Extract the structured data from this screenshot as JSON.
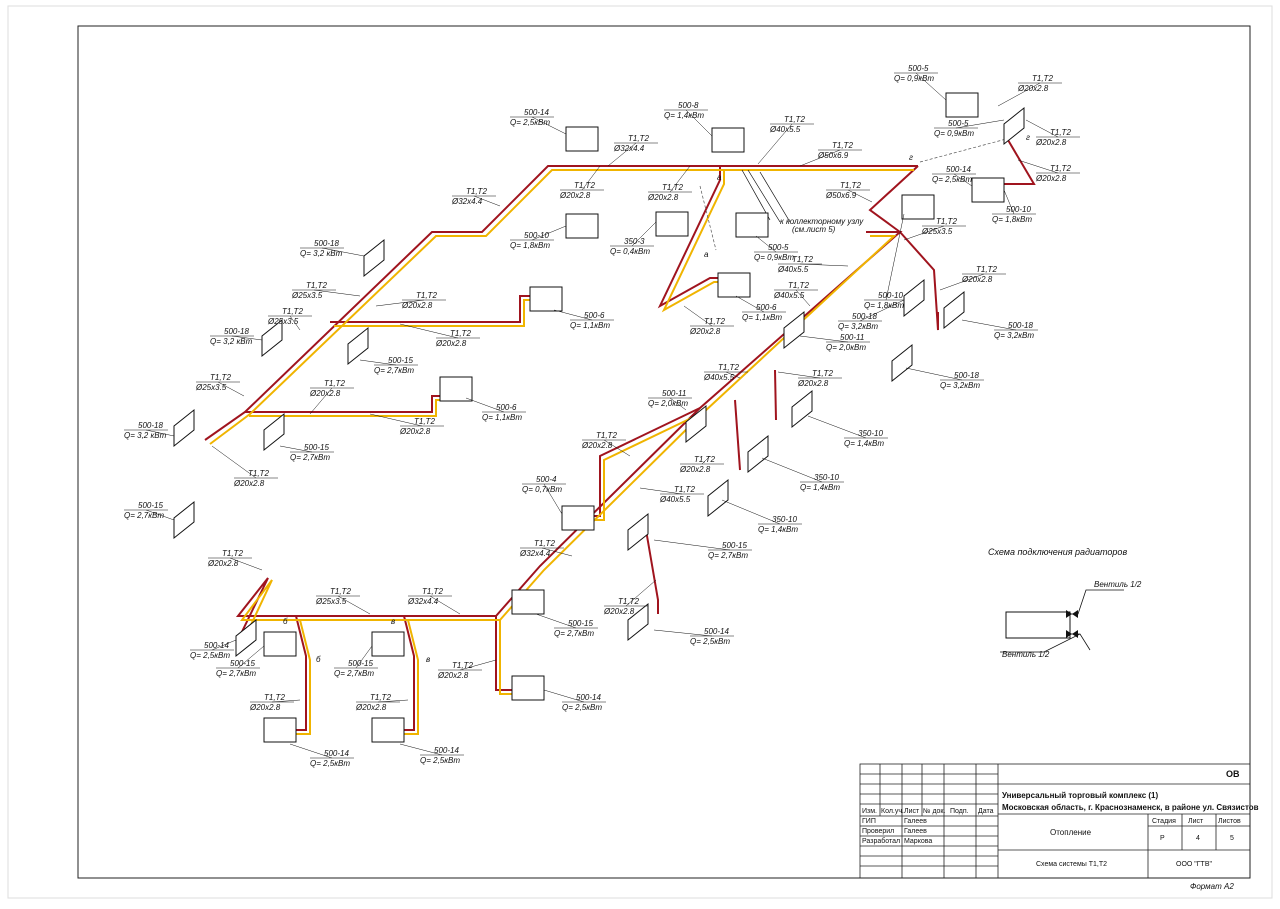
{
  "colors": {
    "supply": "#a0141e",
    "return": "#f0b400",
    "line": "#111111"
  },
  "title_block": {
    "code": "ОВ",
    "project_line1": "Универсальный торговый комплекс (1)",
    "project_line2": "Московская область, г. Краснознаменск, в районе ул. Связистов",
    "hdr_izm": "Изм.",
    "hdr_kol": "Кол.уч.",
    "hdr_list": "Лист",
    "hdr_ndok": "№ док.",
    "hdr_podp": "Подп.",
    "hdr_data": "Дата",
    "role_gip": "ГИП",
    "role_prov": "Проверил",
    "role_razr": "Разработал",
    "name_gip": "Галеев",
    "name_prov": "Галеев",
    "name_razr": "Маркова",
    "section": "Отопление",
    "stage_hdr": "Стадия",
    "sheet_hdr": "Лист",
    "sheets_hdr": "Листов",
    "stage": "Р",
    "sheet": "4",
    "sheets": "5",
    "drawing": "Схема системы Т1,Т2",
    "company": "ООО \"ГТВ\"",
    "format": "Формат   А2"
  },
  "scheme": {
    "title": "Схема подключения радиаторов",
    "valve_top": "Вентиль 1/2",
    "valve_bottom": "Вентиль 1/2"
  },
  "collector_note": {
    "line1": "к коллекторному узлу",
    "line2": "(см.лист 5)"
  },
  "points": {
    "a1": "а",
    "a2": "а",
    "g1": "г",
    "g2": "г",
    "b1": "б",
    "b2": "б",
    "v1": "в",
    "v2": "в"
  },
  "radiators": [
    {
      "model": "500-5",
      "power": "Q= 0,9кВт"
    },
    {
      "model": "500-5",
      "power": "Q= 0,9кВт"
    },
    {
      "model": "500-14",
      "power": "Q= 2,5кВт"
    },
    {
      "model": "500-10",
      "power": "Q= 1,8кВт"
    },
    {
      "model": "500-14",
      "power": "Q= 2,5кВт"
    },
    {
      "model": "500-8",
      "power": "Q= 1,4кВт"
    },
    {
      "model": "500-10",
      "power": "Q= 1,8кВт"
    },
    {
      "model": "350-3",
      "power": "Q= 0,4кВт"
    },
    {
      "model": "500-5",
      "power": "Q= 0,9кВт"
    },
    {
      "model": "500-18",
      "power": "Q= 3,2 кВт"
    },
    {
      "model": "500-6",
      "power": "Q= 1,1кВт"
    },
    {
      "model": "500-18",
      "power": "Q= 3,2 кВт"
    },
    {
      "model": "500-15",
      "power": "Q= 2,7кВт"
    },
    {
      "model": "500-6",
      "power": "Q= 1,1кВт"
    },
    {
      "model": "500-18",
      "power": "Q= 3,2 кВт"
    },
    {
      "model": "500-15",
      "power": "Q= 2,7кВт"
    },
    {
      "model": "500-15",
      "power": "Q= 2,7кВт"
    },
    {
      "model": "500-6",
      "power": "Q= 1,1кВт"
    },
    {
      "model": "500-10",
      "power": "Q= 1,8кВт"
    },
    {
      "model": "500-18",
      "power": "Q= 3,2кВт"
    },
    {
      "model": "500-18",
      "power": "Q= 3,2кВт"
    },
    {
      "model": "500-18",
      "power": "Q= 3,2кВт"
    },
    {
      "model": "500-11",
      "power": "Q= 2,0кВт"
    },
    {
      "model": "500-11",
      "power": "Q= 2,0кВт"
    },
    {
      "model": "350-10",
      "power": "Q= 1,4кВт"
    },
    {
      "model": "350-10",
      "power": "Q= 1,4кВт"
    },
    {
      "model": "350-10",
      "power": "Q= 1,4кВт"
    },
    {
      "model": "500-4",
      "power": "Q= 0,7кВт"
    },
    {
      "model": "500-15",
      "power": "Q= 2,7кВт"
    },
    {
      "model": "500-14",
      "power": "Q= 2,5кВт"
    },
    {
      "model": "500-15",
      "power": "Q= 2,7кВт"
    },
    {
      "model": "500-14",
      "power": "Q= 2,5кВт"
    },
    {
      "model": "500-14",
      "power": "Q= 2,5кВт"
    },
    {
      "model": "500-15",
      "power": "Q= 2,7кВт"
    },
    {
      "model": "500-15",
      "power": "Q= 2,7кВт"
    },
    {
      "model": "500-14",
      "power": "Q= 2,5кВт"
    },
    {
      "model": "500-14",
      "power": "Q= 2,5кВт"
    }
  ],
  "pipes": [
    {
      "name": "Т1,Т2",
      "dia": "Ø20x2.8"
    },
    {
      "name": "Т1,Т2",
      "dia": "Ø20x2.8"
    },
    {
      "name": "Т1,Т2",
      "dia": "Ø20x2.8"
    },
    {
      "name": "Т1,Т2",
      "dia": "Ø32x4.4"
    },
    {
      "name": "Т1,Т2",
      "dia": "Ø40x5.5"
    },
    {
      "name": "Т1,Т2",
      "dia": "Ø50x6.9"
    },
    {
      "name": "Т1,Т2",
      "dia": "Ø20x2.8"
    },
    {
      "name": "Т1,Т2",
      "dia": "Ø20x2.8"
    },
    {
      "name": "Т1,Т2",
      "dia": "Ø50x6.9"
    },
    {
      "name": "Т1,Т2",
      "dia": "Ø32x4.4"
    },
    {
      "name": "Т1,Т2",
      "dia": "Ø25x3.5"
    },
    {
      "name": "Т1,Т2",
      "dia": "Ø20x2.8"
    },
    {
      "name": "Т1,Т2",
      "dia": "Ø40x5.5"
    },
    {
      "name": "Т1,Т2",
      "dia": "Ø25x3.5"
    },
    {
      "name": "Т1,Т2",
      "dia": "Ø20x2.8"
    },
    {
      "name": "Т1,Т2",
      "dia": "Ø25x3.5"
    },
    {
      "name": "Т1,Т2",
      "dia": "Ø20x2.8"
    },
    {
      "name": "Т1,Т2",
      "dia": "Ø40x5.5"
    },
    {
      "name": "Т1,Т2",
      "dia": "Ø20x2.8"
    },
    {
      "name": "Т1,Т2",
      "dia": "Ø25x3.5"
    },
    {
      "name": "Т1,Т2",
      "dia": "Ø20x2.8"
    },
    {
      "name": "Т1,Т2",
      "dia": "Ø20x2.8"
    },
    {
      "name": "Т1,Т2",
      "dia": "Ø20x2.8"
    },
    {
      "name": "Т1,Т2",
      "dia": "Ø40x5.5"
    },
    {
      "name": "Т1,Т2",
      "dia": "Ø20x2.8"
    },
    {
      "name": "Т1,Т2",
      "dia": "Ø20x2.8"
    },
    {
      "name": "Т1,Т2",
      "dia": "Ø40x5.5"
    },
    {
      "name": "Т1,Т2",
      "dia": "Ø20x2.8"
    },
    {
      "name": "Т1,Т2",
      "dia": "Ø32x4.4"
    },
    {
      "name": "Т1,Т2",
      "dia": "Ø20x2.8"
    },
    {
      "name": "Т1,Т2",
      "dia": "Ø20x2.8"
    },
    {
      "name": "Т1,Т2",
      "dia": "Ø25x3.5"
    },
    {
      "name": "Т1,Т2",
      "dia": "Ø32x4.4"
    },
    {
      "name": "Т1,Т2",
      "dia": "Ø20x2.8"
    },
    {
      "name": "Т1,Т2",
      "dia": "Ø20x2.8"
    },
    {
      "name": "Т1,Т2",
      "dia": "Ø20x2.8"
    },
    {
      "name": "Т1,Т2",
      "dia": "Ø20x2.8"
    }
  ]
}
